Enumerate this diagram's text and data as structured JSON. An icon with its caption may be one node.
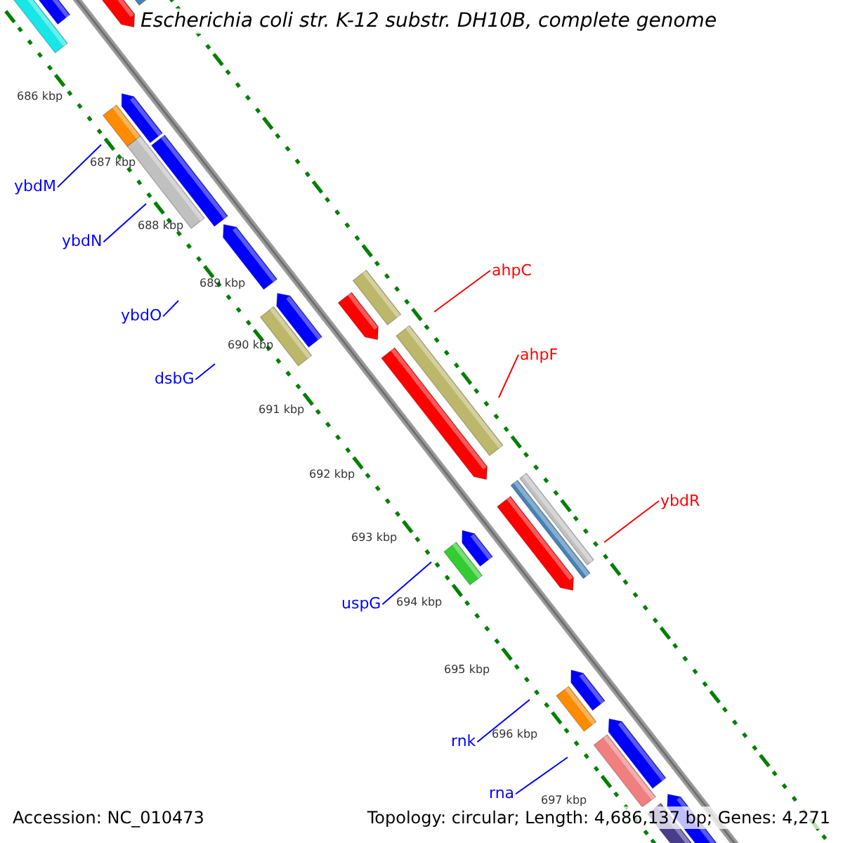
{
  "diagram": {
    "title": "Escherichia coli str. K-12 substr. DH10B, complete genome",
    "nodes": [
      {
        "text": [
          "ybdM"
        ]
      },
      {
        "text": [
          "ybdN"
        ]
      },
      {
        "text": [
          "ybdO"
        ]
      },
      {
        "text": [
          "dsbG"
        ]
      },
      {
        "text": [
          "ahpC"
        ]
      },
      {
        "text": [
          "ahpF"
        ]
      },
      {
        "text": [
          "ybdR"
        ]
      },
      {
        "text": [
          "uspG"
        ]
      },
      {
        "text": [
          "rnk"
        ]
      },
      {
        "text": [
          "rna"
        ]
      }
    ],
    "edges": [
      {
        "from": 0,
        "to": null,
        "arrow": "none"
      },
      {
        "from": 1,
        "to": null,
        "arrow": "none"
      },
      {
        "from": 2,
        "to": null,
        "arrow": "none"
      },
      {
        "from": 3,
        "to": null,
        "arrow": "none"
      },
      {
        "from": 4,
        "to": null,
        "arrow": "none",
        "color": "#ff0000"
      },
      {
        "from": 5,
        "to": null,
        "arrow": "none",
        "color": "#ff0000"
      },
      {
        "from": 6,
        "to": null,
        "arrow": "none",
        "color": "#ff0000"
      },
      {
        "from": 7,
        "to": null,
        "arrow": "none"
      },
      {
        "from": 8,
        "to": null,
        "arrow": "none"
      },
      {
        "from": 9,
        "to": null,
        "arrow": "none"
      }
    ],
    "labels": [
      "686 kbp",
      "687 kbp",
      "688 kbp",
      "689 kbp",
      "690 kbp",
      "691 kbp",
      "692 kbp",
      "693 kbp",
      "694 kbp",
      "695 kbp",
      "696 kbp",
      "697 kbp",
      "Accession: NC_010473",
      "Topology: circular; Length: 4,686,137 bp; Genes: 4,271"
    ]
  }
}
